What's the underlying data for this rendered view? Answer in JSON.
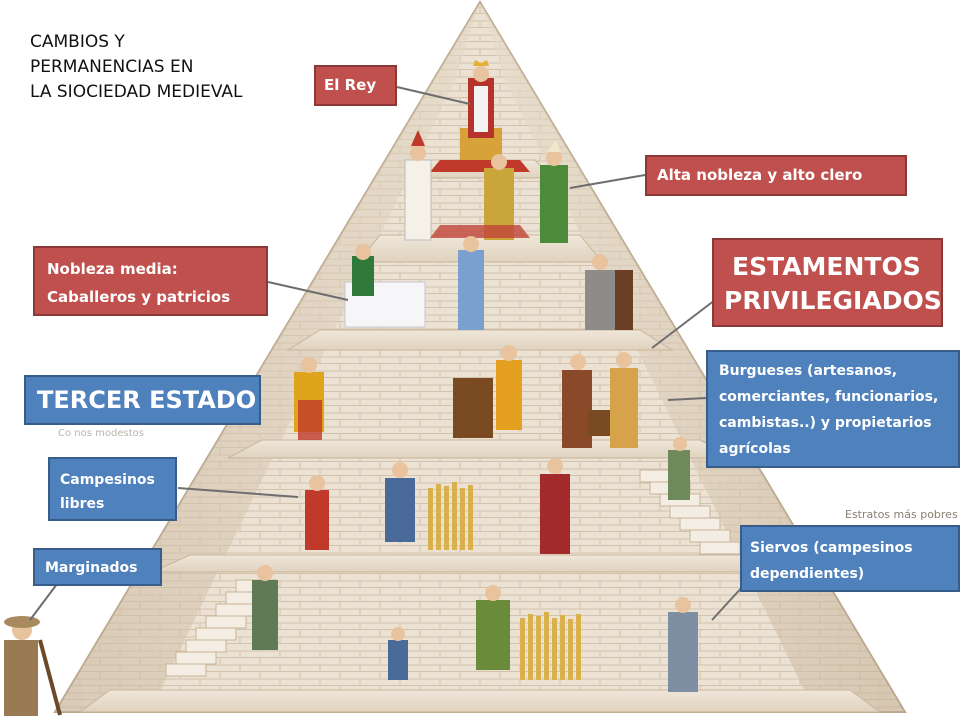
{
  "title": {
    "lines": [
      "CAMBIOS Y",
      "PERMANENCIAS EN",
      "LA SIOCIEDAD MEDIEVAL"
    ]
  },
  "labels": {
    "rey": "El Rey",
    "alta_nobleza": "Alta nobleza y alto clero",
    "nobleza_media": [
      "Nobleza media:",
      "Caballeros y patricios"
    ],
    "estamentos": [
      "ESTAMENTOS",
      "PRIVILEGIADOS"
    ],
    "tercer_estado": "TERCER ESTADO",
    "burgueses": [
      "Burgueses (artesanos,",
      "comerciantes,  funcionarios,",
      "cambistas..) y propietarios",
      "agrícolas"
    ],
    "campesinos_libres": [
      "Campesinos",
      "libres"
    ],
    "marginados": "Marginados",
    "siervos": [
      "Siervos (campesinos",
      "dependientes)"
    ]
  },
  "image_text": {
    "estratos": "Estratos más pobres",
    "faint": "Co nos modestos"
  },
  "colors": {
    "privileged_label": "#c0504d",
    "third_estate_label": "#4f81bd",
    "stone": "#e9dccb",
    "stone_edge": "#cdb89e"
  }
}
